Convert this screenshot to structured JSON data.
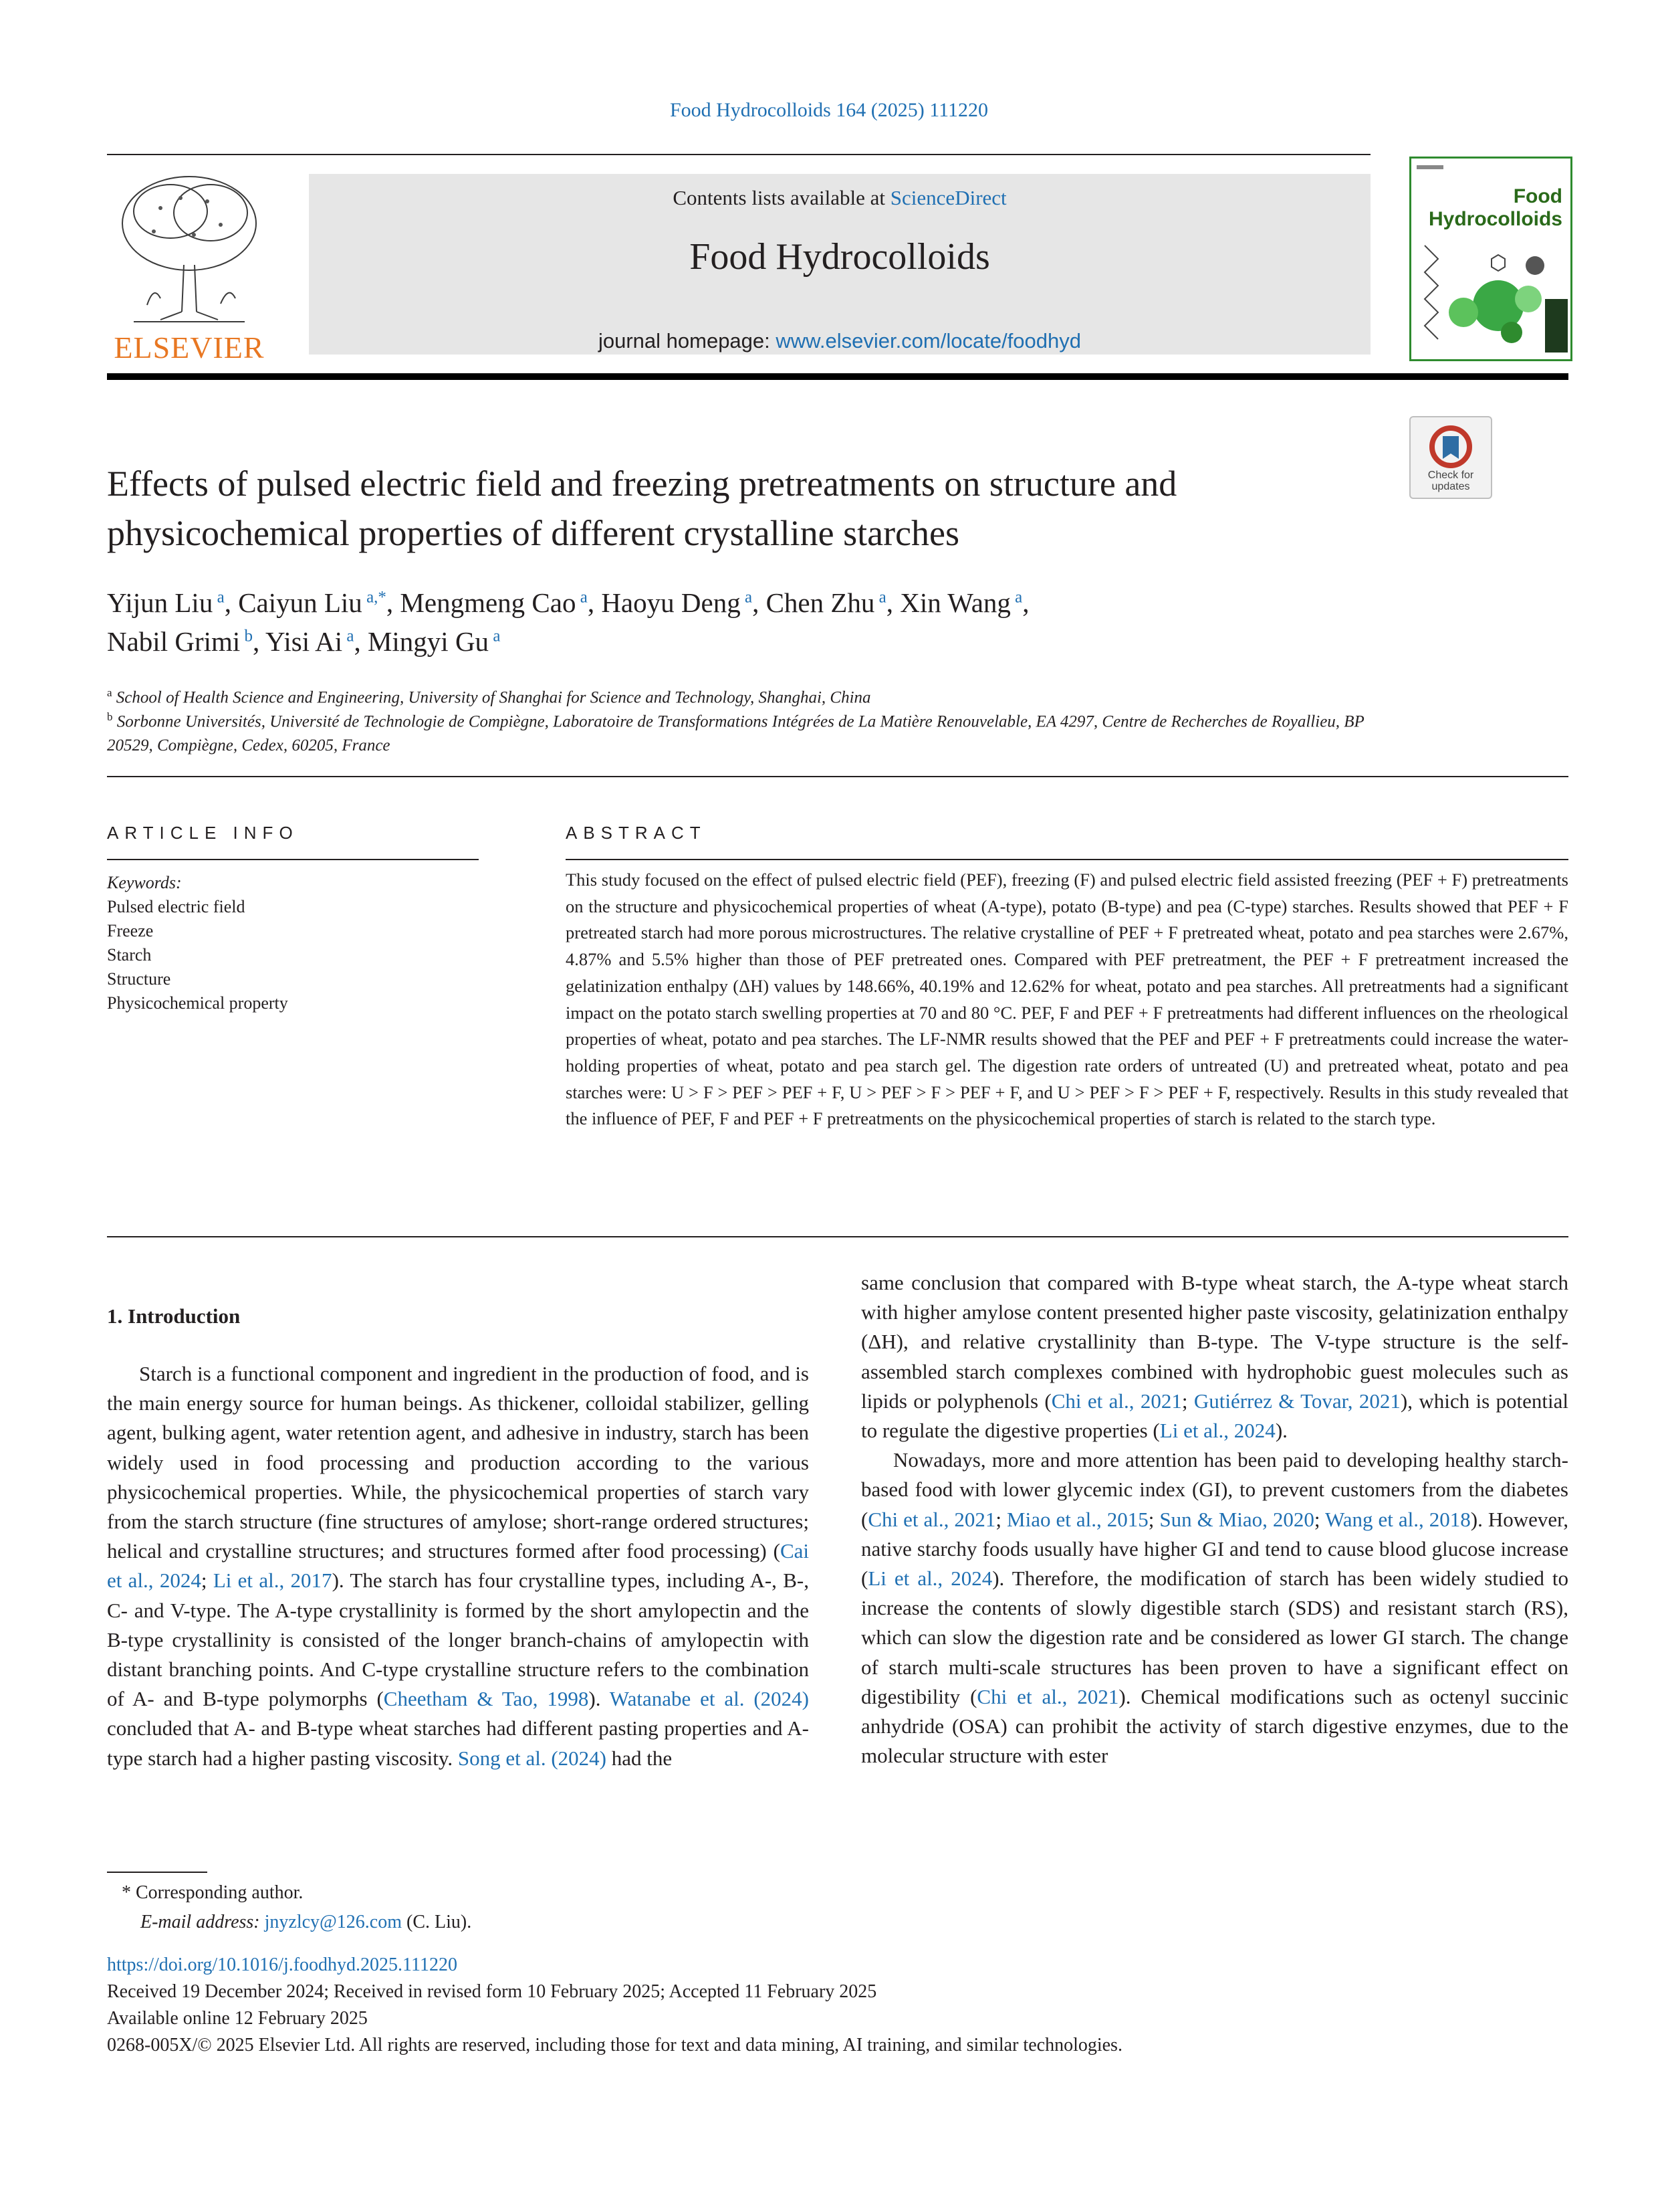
{
  "header": {
    "citation": "Food Hydrocolloids 164 (2025) 111220",
    "contents_prefix": "Contents lists available at ",
    "contents_link": "ScienceDirect",
    "journal_name": "Food Hydrocolloids",
    "homepage_prefix": "journal homepage: ",
    "homepage_link": "www.elsevier.com/locate/foodhyd",
    "publisher_logo_text": "ELSEVIER",
    "cover_title_line1": "Food",
    "cover_title_line2": "Hydrocolloids",
    "check_updates_line1": "Check for",
    "check_updates_line2": "updates"
  },
  "article": {
    "title": "Effects of pulsed electric field and freezing pretreatments on structure and physicochemical properties of different crystalline starches",
    "authors": [
      {
        "name": "Yijun Liu",
        "sup": "a"
      },
      {
        "name": "Caiyun Liu",
        "sup": "a,*"
      },
      {
        "name": "Mengmeng Cao",
        "sup": "a"
      },
      {
        "name": "Haoyu Deng",
        "sup": "a"
      },
      {
        "name": "Chen Zhu",
        "sup": "a"
      },
      {
        "name": "Xin Wang",
        "sup": "a"
      },
      {
        "name": "Nabil Grimi",
        "sup": "b"
      },
      {
        "name": "Yisi Ai",
        "sup": "a"
      },
      {
        "name": "Mingyi Gu",
        "sup": "a"
      }
    ],
    "affiliations": [
      {
        "sup": "a",
        "text": "School of Health Science and Engineering, University of Shanghai for Science and Technology, Shanghai, China"
      },
      {
        "sup": "b",
        "text": "Sorbonne Universités, Université de Technologie de Compiègne, Laboratoire de Transformations Intégrées de La Matière Renouvelable, EA 4297, Centre de Recherches de Royallieu, BP 20529, Compiègne, Cedex, 60205, France"
      }
    ]
  },
  "article_info": {
    "heading": "ARTICLE INFO",
    "keywords_label": "Keywords:",
    "keywords": [
      "Pulsed electric field",
      "Freeze",
      "Starch",
      "Structure",
      "Physicochemical property"
    ]
  },
  "abstract": {
    "heading": "ABSTRACT",
    "text": "This study focused on the effect of pulsed electric field (PEF), freezing (F) and pulsed electric field assisted freezing (PEF + F) pretreatments on the structure and physicochemical properties of wheat (A-type), potato (B-type) and pea (C-type) starches. Results showed that PEF + F pretreated starch had more porous microstructures. The relative crystalline of PEF + F pretreated wheat, potato and pea starches were 2.67%, 4.87% and 5.5% higher than those of PEF pretreated ones. Compared with PEF pretreatment, the PEF + F pretreatment increased the gelatinization enthalpy (ΔH) values by 148.66%, 40.19% and 12.62% for wheat, potato and pea starches. All pretreatments had a significant impact on the potato starch swelling properties at 70 and 80 °C. PEF, F and PEF + F pretreatments had different influences on the rheological properties of wheat, potato and pea starches. The LF-NMR results showed that the PEF and PEF + F pretreatments could increase the water-holding properties of wheat, potato and pea starch gel. The digestion rate orders of untreated (U) and pretreated wheat, potato and pea starches were: U > F > PEF > PEF + F, U > PEF > F > PEF + F, and U > PEF > F > PEF + F, respectively. Results in this study revealed that the influence of PEF, F and PEF + F pretreatments on the physicochemical properties of starch is related to the starch type."
  },
  "introduction": {
    "heading": "1.  Introduction",
    "p1": [
      {
        "t": "Starch is a functional component and ingredient in the production of food, and is the main energy source for human beings. As thickener, colloidal stabilizer, gelling agent, bulking agent, water retention agent, and adhesive in industry, starch has been widely used in food processing and production according to the various physicochemical properties. While, the physicochemical properties of starch vary from the starch structure (fine structures of amylose; short-range ordered structures; helical and crystalline structures; and structures formed after food processing) ("
      },
      {
        "t": "Cai et al., 2024",
        "link": true
      },
      {
        "t": "; "
      },
      {
        "t": "Li et al., 2017",
        "link": true
      },
      {
        "t": "). The starch has four crystalline types, including A-, B-, C- and V-type. The A-type crystallinity is formed by the short amylopectin and the B-type crystallinity is consisted of the longer branch-chains of amylopectin with distant branching points. And C-type crystalline structure refers to the combination of A- and B-type polymorphs ("
      },
      {
        "t": "Cheetham & Tao, 1998",
        "link": true
      },
      {
        "t": "). "
      },
      {
        "t": "Watanabe et al. (2024)",
        "link": true
      },
      {
        "t": " concluded that A- and B-type wheat starches had different pasting properties and A-type starch had a higher pasting viscosity. "
      },
      {
        "t": "Song et al. (2024)",
        "link": true
      },
      {
        "t": " had the"
      }
    ],
    "p1_cont": [
      {
        "t": "same conclusion that compared with B-type wheat starch, the A-type wheat starch with higher amylose content presented higher paste viscosity, gelatinization enthalpy (ΔH), and relative crystallinity than B-type. The V-type structure is the self-assembled starch complexes combined with hydrophobic guest molecules such as lipids or polyphenols ("
      },
      {
        "t": "Chi et al., 2021",
        "link": true
      },
      {
        "t": "; "
      },
      {
        "t": "Gutiérrez & Tovar, 2021",
        "link": true
      },
      {
        "t": "), which is potential to regulate the digestive properties ("
      },
      {
        "t": "Li et al., 2024",
        "link": true
      },
      {
        "t": ")."
      }
    ],
    "p2": [
      {
        "t": "Nowadays, more and more attention has been paid to developing healthy starch-based food with lower glycemic index (GI), to prevent customers from the diabetes ("
      },
      {
        "t": "Chi et al., 2021",
        "link": true
      },
      {
        "t": "; "
      },
      {
        "t": "Miao et al., 2015",
        "link": true
      },
      {
        "t": "; "
      },
      {
        "t": "Sun & Miao, 2020",
        "link": true
      },
      {
        "t": "; "
      },
      {
        "t": "Wang et al., 2018",
        "link": true
      },
      {
        "t": "). However, native starchy foods usually have higher GI and tend to cause blood glucose increase ("
      },
      {
        "t": "Li et al., 2024",
        "link": true
      },
      {
        "t": "). Therefore, the modification of starch has been widely studied to increase the contents of slowly digestible starch (SDS) and resistant starch (RS), which can slow the digestion rate and be considered as lower GI starch. The change of starch multi-scale structures has been proven to have a significant effect on digestibility ("
      },
      {
        "t": "Chi et al., 2021",
        "link": true
      },
      {
        "t": "). Chemical modifications such as octenyl succinic anhydride (OSA) can prohibit the activity of starch digestive enzymes, due to the molecular structure with ester"
      }
    ]
  },
  "footnote": {
    "corresponding": "* Corresponding author.",
    "email_label": "E-mail address:",
    "email": "jnyzlcy@126.com",
    "email_suffix": "(C. Liu)."
  },
  "publication": {
    "doi": "https://doi.org/10.1016/j.foodhyd.2025.111220",
    "dates": "Received 19 December 2024; Received in revised form 10 February 2025; Accepted 11 February 2025",
    "available": "Available online 12 February 2025",
    "copyright": "0268-005X/© 2025 Elsevier Ltd. All rights are reserved, including those for text and data mining, AI training, and similar technologies."
  },
  "colors": {
    "link": "#1f6fb2",
    "elsevier_orange": "#e87722",
    "cover_green": "#2e8b2e",
    "masthead_gray": "#e6e6e6"
  },
  "icons": [
    "elsevier-tree-logo",
    "journal-cover-image",
    "check-for-updates-icon"
  ]
}
